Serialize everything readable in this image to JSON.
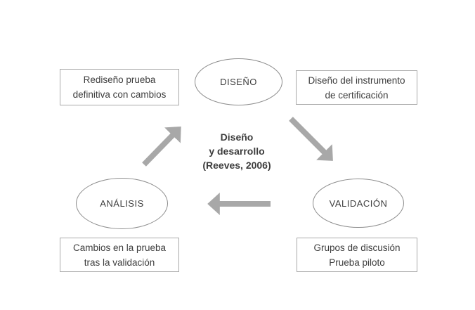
{
  "diagram": {
    "title": {
      "lines": [
        "Diseño",
        "y desarrollo",
        "(Reeves, 2006)"
      ]
    },
    "nodes": {
      "diseno": {
        "label": "DISEÑO"
      },
      "analisis": {
        "label": "ANÁLISIS"
      },
      "validacion": {
        "label": "VALIDACIÓN"
      }
    },
    "boxes": {
      "top_left": {
        "lines": [
          "Rediseño prueba",
          "definitiva con cambios"
        ]
      },
      "top_right": {
        "lines": [
          "Diseño del instrumento",
          "de certificación"
        ]
      },
      "bottom_left": {
        "lines": [
          "Cambios en la prueba",
          "tras la validación"
        ]
      },
      "bottom_right": {
        "lines": [
          "Grupos de discusión",
          "Prueba piloto"
        ]
      }
    },
    "arrows": [
      {
        "name": "analisis-to-diseno",
        "direction": "up-right"
      },
      {
        "name": "diseno-to-validacion",
        "direction": "down-right"
      },
      {
        "name": "validacion-to-analisis",
        "direction": "left"
      }
    ],
    "colors": {
      "arrow": "#a8a8a8",
      "box_border": "#a9a9a9",
      "ellipse_border": "#8c8c8c",
      "text": "#3d3d3d",
      "background": "#ffffff"
    }
  }
}
